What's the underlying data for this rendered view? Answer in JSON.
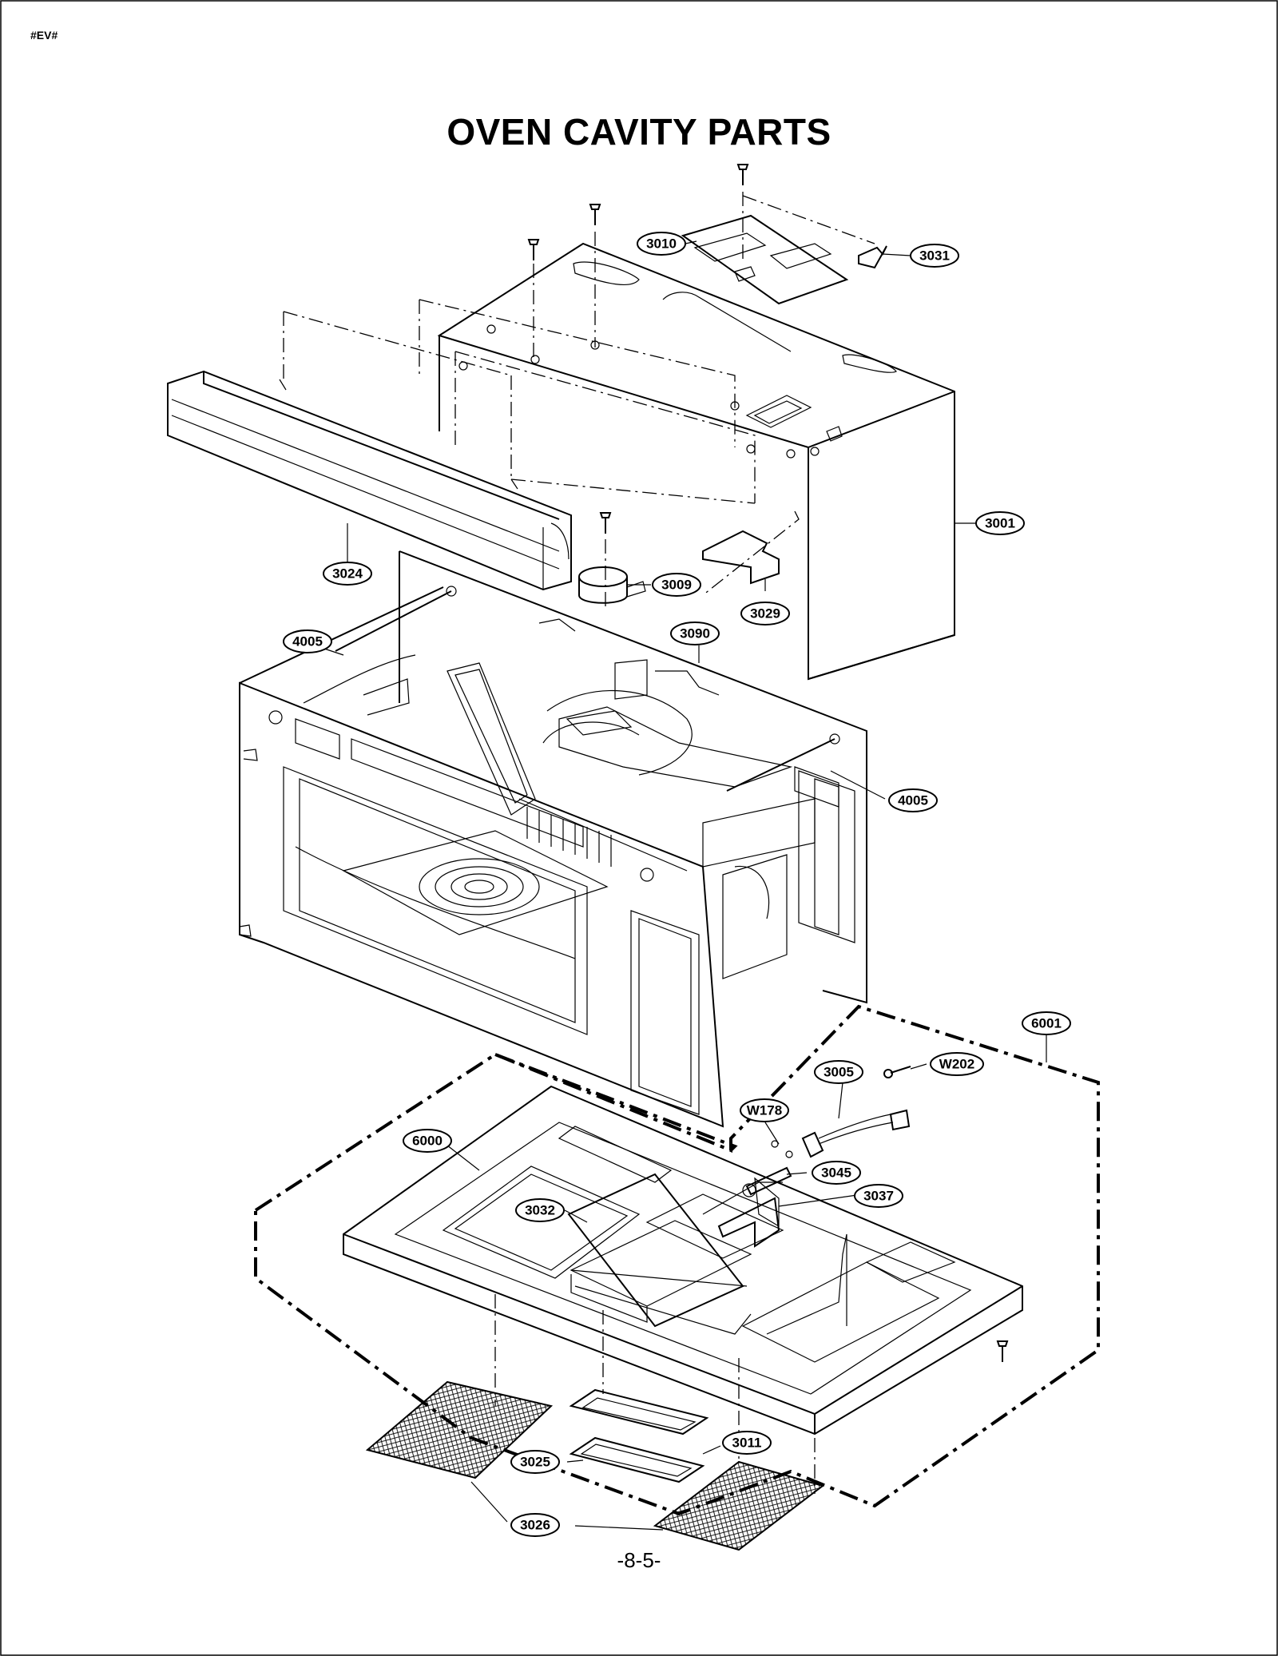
{
  "header": {
    "code": "#EV#"
  },
  "title": "OVEN CAVITY PARTS",
  "page_number": "-8-5-",
  "callouts": [
    {
      "id": "c3010",
      "label": "3010"
    },
    {
      "id": "c3031",
      "label": "3031"
    },
    {
      "id": "c3001",
      "label": "3001"
    },
    {
      "id": "c3024",
      "label": "3024"
    },
    {
      "id": "c3009",
      "label": "3009"
    },
    {
      "id": "c3029",
      "label": "3029"
    },
    {
      "id": "c3090",
      "label": "3090"
    },
    {
      "id": "c4005a",
      "label": "4005"
    },
    {
      "id": "c4005b",
      "label": "4005"
    },
    {
      "id": "c6001",
      "label": "6001"
    },
    {
      "id": "cW202",
      "label": "W202"
    },
    {
      "id": "c3005",
      "label": "3005"
    },
    {
      "id": "cW178",
      "label": "W178"
    },
    {
      "id": "c6000",
      "label": "6000"
    },
    {
      "id": "c3045",
      "label": "3045"
    },
    {
      "id": "c3037",
      "label": "3037"
    },
    {
      "id": "c3032",
      "label": "3032"
    },
    {
      "id": "c3011",
      "label": "3011"
    },
    {
      "id": "c3025",
      "label": "3025"
    },
    {
      "id": "c3026",
      "label": "3026"
    }
  ]
}
